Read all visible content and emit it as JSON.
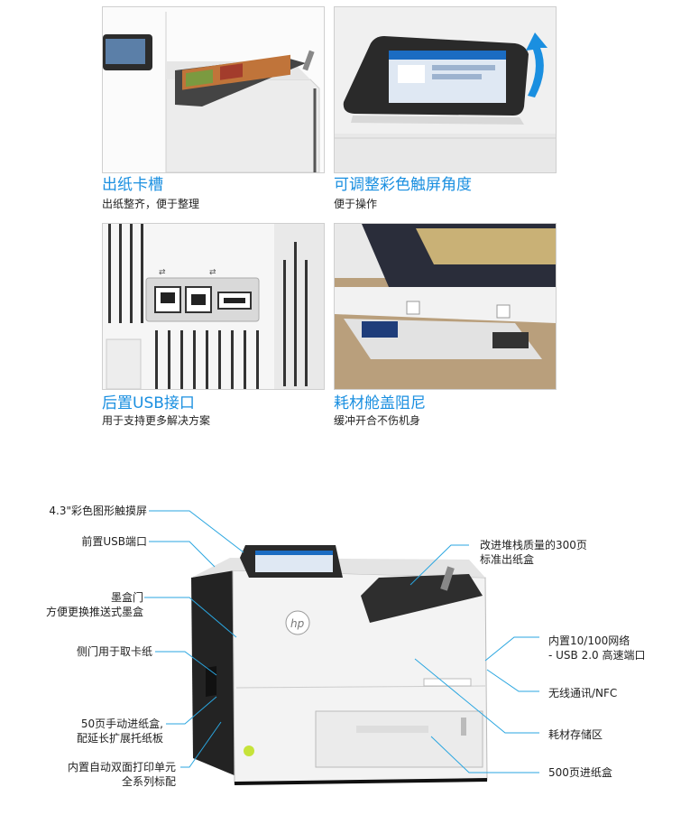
{
  "features": [
    {
      "title": "出纸卡槽",
      "subtitle": "出纸整齐，便于整理"
    },
    {
      "title": "可调整彩色触屏角度",
      "subtitle": "便于操作"
    },
    {
      "title": "后置USB接口",
      "subtitle": "用于支持更多解决方案"
    },
    {
      "title": "耗材舱盖阻尼",
      "subtitle": "缓冲开合不伤机身"
    }
  ],
  "callouts_left": [
    {
      "lines": [
        "4.3\"彩色图形触摸屏"
      ]
    },
    {
      "lines": [
        "前置USB端口"
      ]
    },
    {
      "lines": [
        "墨盒门",
        "方便更换推送式墨盒"
      ]
    },
    {
      "lines": [
        "侧门用于取卡纸"
      ]
    },
    {
      "lines": [
        "50页手动进纸盒,",
        "配延长扩展托纸板"
      ]
    },
    {
      "lines": [
        "内置自动双面打印单元",
        "全系列标配"
      ]
    }
  ],
  "callouts_right": [
    {
      "lines": [
        "改进堆栈质量的300页",
        "标准出纸盒"
      ]
    },
    {
      "lines": [
        "内置10/100网络",
        "- USB 2.0 高速端口"
      ]
    },
    {
      "lines": [
        "无线通讯/NFC"
      ]
    },
    {
      "lines": [
        "耗材存储区"
      ]
    },
    {
      "lines": [
        "500页进纸盒"
      ]
    }
  ],
  "colors": {
    "accent": "#1a8fe0",
    "leader": "#2aa6e0"
  },
  "icons": [
    "hp-logo-icon",
    "usb-icon",
    "ethernet-port-icon",
    "arrow-curve-icon"
  ]
}
